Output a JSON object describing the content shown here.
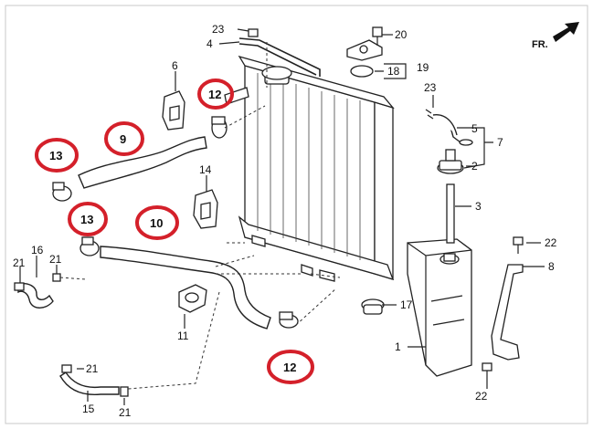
{
  "direction_label": "FR.",
  "part_labels": {
    "p1": "1",
    "p2": "2",
    "p3": "3",
    "p4": "4",
    "p5": "5",
    "p6": "6",
    "p7": "7",
    "p8": "8",
    "p11": "11",
    "p14": "14",
    "p15": "15",
    "p16": "16",
    "p17": "17",
    "p18": "18",
    "p19": "19",
    "p20": "20",
    "p21a": "21",
    "p21b": "21",
    "p21c": "21",
    "p21d": "21",
    "p22a": "22",
    "p22b": "22",
    "p23a": "23",
    "p23b": "23"
  },
  "highlighted_labels": {
    "h9": "9",
    "h10": "10",
    "h12a": "12",
    "h12b": "12",
    "h13a": "13",
    "h13b": "13"
  },
  "colors": {
    "highlight_ring": "#d4202a",
    "line": "#222222",
    "frame": "#c9c9c9"
  }
}
